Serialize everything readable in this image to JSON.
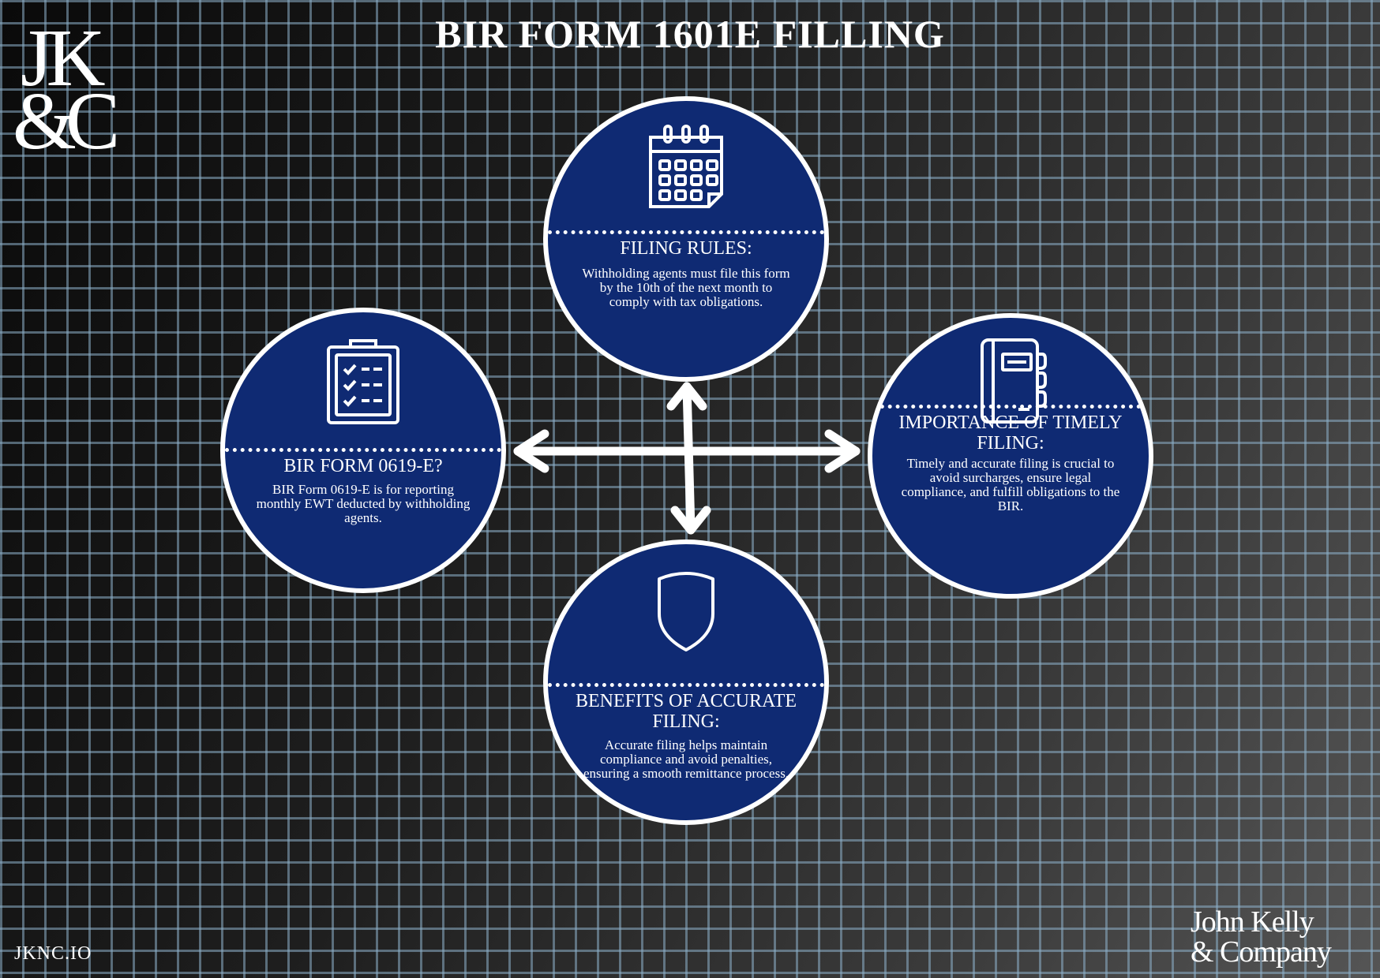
{
  "logo": {
    "line1": "JK",
    "line2": "&C"
  },
  "title": "BIR FORM 1601E FILLING",
  "nodes": {
    "top": {
      "icon": "calendar-icon",
      "heading": "FILING RULES:",
      "body": "Withholding agents must file this form by the 10th of the next month to comply with tax obligations."
    },
    "left": {
      "icon": "clipboard-checklist-icon",
      "heading": "BIR FORM 0619-E?",
      "body": "BIR Form 0619-E is for reporting monthly EWT deducted by withholding agents."
    },
    "right": {
      "icon": "notebook-icon",
      "heading": "IMPORTANCE OF TIMELY FILING:",
      "body": "Timely and accurate filing is crucial to avoid surcharges, ensure legal compliance, and fulfill obligations to the BIR."
    },
    "bottom": {
      "icon": "shield-icon",
      "heading": "BENEFITS OF ACCURATE FILING:",
      "body": "Accurate filing helps maintain compliance and avoid penalties, ensuring a smooth remittance process."
    }
  },
  "footer": {
    "website": "JKNC.IO",
    "company_line1": "John Kelly",
    "company_line2": "& Company"
  },
  "colors": {
    "node_fill": "#0f2a73",
    "stroke": "#ffffff"
  }
}
